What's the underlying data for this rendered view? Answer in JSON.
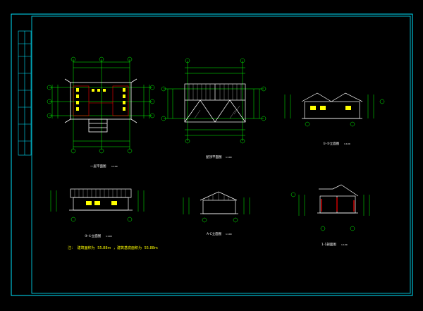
{
  "colors": {
    "background": "#000000",
    "frame": "#00e5ff",
    "dimension": "#00ff00",
    "wall": "#ffffff",
    "fixture": "#ff0000",
    "window": "#ffff00",
    "text": "#ffffff"
  },
  "drawings": {
    "floor_plan": {
      "title": "一层平面图",
      "scale": "1:100"
    },
    "roof_plan": {
      "title": "屋顶平面图",
      "scale": "1:100"
    },
    "elevation_1": {
      "title": "①-③立面图",
      "scale": "1:100"
    },
    "elevation_2": {
      "title": "③-①立面图",
      "scale": "1:100"
    },
    "elevation_3": {
      "title": "A-C立面图",
      "scale": "1:100"
    },
    "section": {
      "title": "1-1剖面图",
      "scale": "1:100"
    }
  },
  "note": {
    "prefix": "注：",
    "text_a": "建筑面积为",
    "value_a": "55.88m",
    "text_b": "，建筑基底面积为",
    "value_b": "55.88m"
  }
}
